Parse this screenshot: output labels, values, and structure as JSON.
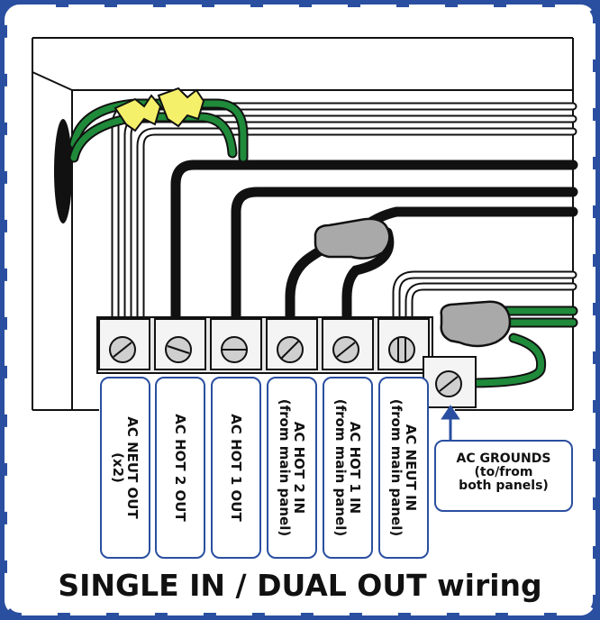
{
  "title": "SINGLE IN / DUAL OUT wiring",
  "labels": {
    "neut_out": "AC NEUT OUT\n(x2)",
    "hot2_out": "AC HOT 2 OUT",
    "hot1_out": "AC HOT 1 OUT",
    "hot2_in": "AC HOT 2 IN\n(from main panel)",
    "hot1_in": "AC HOT 1 IN\n(from main panel)",
    "neut_in": "AC NEUT IN\n(from main panel)",
    "grounds": "AC GROUNDS\n(to/from\nboth panels)"
  },
  "colors": {
    "frame": "#2a4fa0",
    "ground_wire": "#1f8a3a",
    "hot_wire": "#111111",
    "neutral_wire": "#ffffff",
    "connector_yellow": "#f5f06a",
    "connector_gray": "#a9a9a9"
  },
  "icons": [
    "screw-terminal-icon",
    "wire-nut-icon",
    "cable-connector-icon"
  ]
}
